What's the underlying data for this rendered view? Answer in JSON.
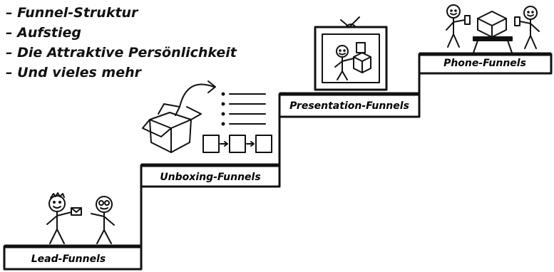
{
  "bullets": [
    "Funnel-Struktur",
    "Aufstieg",
    "Die Attraktive Persönlichkeit",
    "Und vieles mehr"
  ],
  "steps": {
    "lead": "Lead-Funnels",
    "unboxing": "Unboxing-Funnels",
    "presentation": "Presentation-Funnels",
    "phone": "Phone-Funnels"
  }
}
